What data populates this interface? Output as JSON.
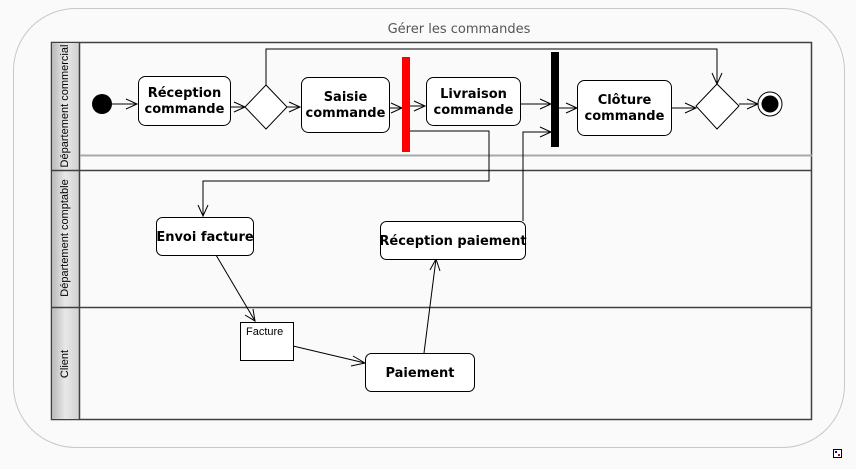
{
  "diagram": {
    "title": "Gérer les commandes",
    "lanes": [
      {
        "id": "commercial",
        "label": "Département commercial"
      },
      {
        "id": "comptable",
        "label": "Département comptable"
      },
      {
        "id": "client",
        "label": "Client"
      }
    ],
    "actions": [
      {
        "id": "reception_commande",
        "lines": [
          "Réception",
          "commande"
        ],
        "lane": "commercial"
      },
      {
        "id": "saisie_commande",
        "lines": [
          "Saisie",
          "commande"
        ],
        "lane": "commercial"
      },
      {
        "id": "livraison_commande",
        "lines": [
          "Livraison",
          "commande"
        ],
        "lane": "commercial"
      },
      {
        "id": "cloture_commande",
        "lines": [
          "Clôture",
          "commande"
        ],
        "lane": "commercial"
      },
      {
        "id": "envoi_facture",
        "lines": [
          "Envoi facture"
        ],
        "lane": "comptable"
      },
      {
        "id": "reception_paiement",
        "lines": [
          "Réception paiement"
        ],
        "lane": "comptable"
      },
      {
        "id": "paiement",
        "lines": [
          "Paiement"
        ],
        "lane": "client"
      }
    ],
    "objects": [
      {
        "id": "facture",
        "label": "Facture",
        "lane": "client"
      }
    ],
    "control_nodes": [
      {
        "id": "initial",
        "type": "initial-node"
      },
      {
        "id": "decision",
        "type": "decision-node"
      },
      {
        "id": "fork",
        "type": "fork-bar",
        "color": "#ff0000"
      },
      {
        "id": "join",
        "type": "join-bar",
        "color": "#000000"
      },
      {
        "id": "merge",
        "type": "merge-node"
      },
      {
        "id": "final",
        "type": "final-node"
      }
    ],
    "edges": [
      {
        "from": "initial",
        "to": "reception_commande"
      },
      {
        "from": "reception_commande",
        "to": "decision"
      },
      {
        "from": "decision",
        "to": "saisie_commande"
      },
      {
        "from": "decision",
        "to": "merge"
      },
      {
        "from": "saisie_commande",
        "to": "fork"
      },
      {
        "from": "fork",
        "to": "livraison_commande"
      },
      {
        "from": "fork",
        "to": "envoi_facture"
      },
      {
        "from": "livraison_commande",
        "to": "join"
      },
      {
        "from": "reception_paiement",
        "to": "join"
      },
      {
        "from": "join",
        "to": "cloture_commande"
      },
      {
        "from": "cloture_commande",
        "to": "merge"
      },
      {
        "from": "merge",
        "to": "final"
      },
      {
        "from": "envoi_facture",
        "to": "facture"
      },
      {
        "from": "facture",
        "to": "paiement"
      },
      {
        "from": "paiement",
        "to": "reception_paiement"
      }
    ],
    "colors": {
      "fork": "#ff0000",
      "join": "#000000",
      "frame": "#c8c8c8",
      "title": "#555555"
    }
  }
}
